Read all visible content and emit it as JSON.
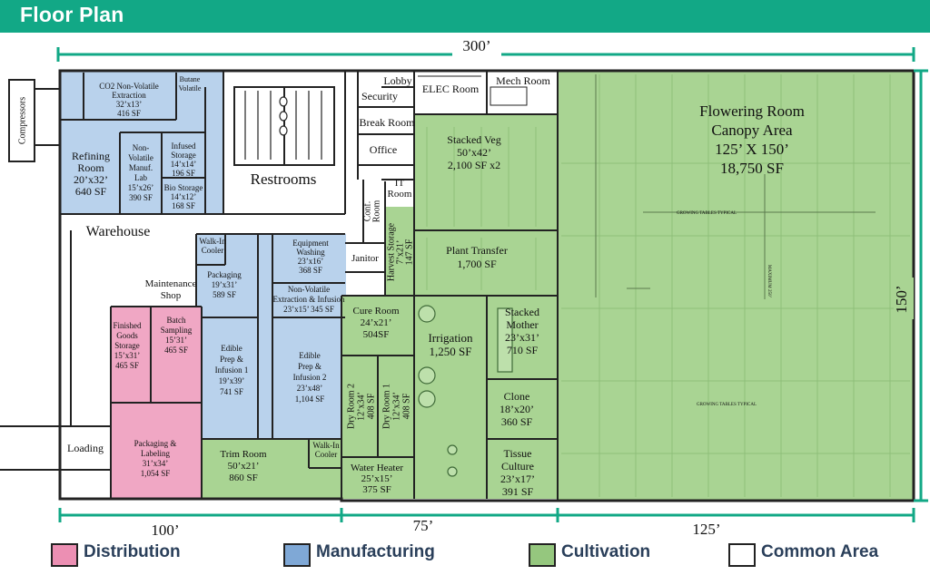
{
  "header": {
    "title": "Floor Plan"
  },
  "dimensions": {
    "top": "300’",
    "right": "150’",
    "bottom_left": "100’",
    "bottom_mid": "75’",
    "bottom_right": "125’"
  },
  "colors": {
    "header": "#12a886",
    "distribution": "#ec8fb3",
    "manufacturing": "#7fa8d6",
    "cultivation": "#95c77e",
    "common": "#ffffff",
    "dim_lines": "#12a886"
  },
  "rooms": {
    "co2": [
      "CO2 Non-Volatile",
      "Extraction",
      "32’x13’",
      "416 SF"
    ],
    "butane": [
      "Butane",
      "Volatile"
    ],
    "refining": [
      "Refining",
      "Room",
      "20’x32’",
      "640 SF"
    ],
    "nonvol_lab": [
      "Non-",
      "Volatile",
      "Manuf.",
      "Lab",
      "15’x26’",
      "390 SF"
    ],
    "infused_storage": [
      "Infused",
      "Storage",
      "14’x14’",
      "196 SF"
    ],
    "bio_storage": [
      "Bio Storage",
      "14’x12’",
      "168 SF"
    ],
    "restrooms": [
      "Restrooms"
    ],
    "compressors": [
      "Compressors"
    ],
    "lobby": [
      "Lobby"
    ],
    "security": [
      "Security"
    ],
    "break_room": [
      "Break Room"
    ],
    "office": [
      "Office"
    ],
    "elec": [
      "ELEC Room"
    ],
    "mech": [
      "Mech Room"
    ],
    "it": [
      "IT",
      "Room"
    ],
    "conf": [
      "Conf.",
      "Room"
    ],
    "janitor": [
      "Janitor"
    ],
    "harvest": [
      "Harvest Storage",
      "7’x21’",
      "147 SF"
    ],
    "warehouse": [
      "Warehouse"
    ],
    "walkin_top": [
      "Walk-In",
      "Cooler"
    ],
    "equipment_washing": [
      "Equipment",
      "Washing",
      "23’x16’",
      "368 SF"
    ],
    "packaging_mfg": [
      "Packaging",
      "19’x31’",
      "589 SF"
    ],
    "maintenance": [
      "Maintenance",
      "Shop"
    ],
    "extraction_infusion": [
      "Non-Volatile",
      "Extraction & Infusion",
      "23’x15’  345 SF"
    ],
    "finished_goods": [
      "Finished",
      "Goods",
      "Storage",
      "15’x31’",
      "465 SF"
    ],
    "batch_sampling": [
      "Batch",
      "Sampling",
      "15’31’",
      "465 SF"
    ],
    "edible1": [
      "Edible",
      "Prep &",
      "Infusion 1",
      "19’x39’",
      "741 SF"
    ],
    "edible2": [
      "Edible",
      "Prep &",
      "Infusion 2",
      "23’x48’",
      "1,104 SF"
    ],
    "packaging_labeling": [
      "Packaging &",
      "Labeling",
      "31’x34’",
      "1,054 SF"
    ],
    "loading": [
      "Loading"
    ],
    "trim": [
      "Trim Room",
      "50’x21’",
      "860 SF"
    ],
    "walkin_bottom": [
      "Walk-In",
      "Cooler"
    ],
    "cure": [
      "Cure Room",
      "24’x21’",
      "504SF"
    ],
    "dry2": [
      "Dry Room 2",
      "12’x34’",
      "408 SF"
    ],
    "dry1": [
      "Dry Room 1",
      "12’x34’",
      "408 SF"
    ],
    "water_heater": [
      "Water Heater",
      "25’x15’",
      "375 SF"
    ],
    "stacked_veg": [
      "Stacked Veg",
      "50’x42’",
      "2,100 SF x2"
    ],
    "plant_transfer": [
      "Plant Transfer",
      "1,700 SF"
    ],
    "irrigation": [
      "Irrigation",
      "1,250 SF"
    ],
    "stacked_mother": [
      "Stacked",
      "Mother",
      "23’x31’",
      "710 SF"
    ],
    "clone": [
      "Clone",
      "18’x20’",
      "360 SF"
    ],
    "tissue": [
      "Tissue",
      "Culture",
      "23’x17’",
      "391 SF"
    ],
    "flowering": [
      "Flowering Room",
      "Canopy Area",
      "125’ X 150’",
      "18,750 SF"
    ]
  },
  "plan_notes": {
    "growing_tables_1": "GROWING TABLES TYPICAL",
    "growing_tables_2": "GROWING TABLES TYPICAL",
    "max_note": "MAXIMUM 250’"
  },
  "legend": [
    {
      "label": "Distribution",
      "color": "#ec8fb3"
    },
    {
      "label": "Manufacturing",
      "color": "#7fa8d6"
    },
    {
      "label": "Cultivation",
      "color": "#95c77e"
    },
    {
      "label": "Common Area",
      "color": "#ffffff"
    }
  ]
}
